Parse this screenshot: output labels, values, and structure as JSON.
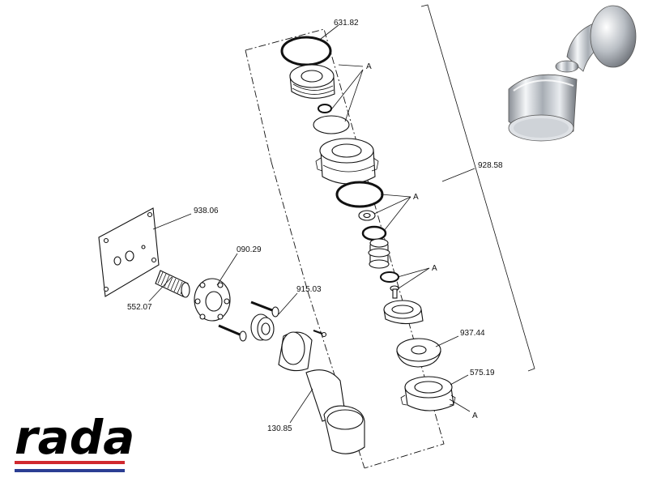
{
  "brand": {
    "logo_text": "rada",
    "stripe_red": "#d0282e",
    "stripe_blue": "#2b3e93"
  },
  "labels": {
    "p631": "631.82",
    "pA1": "A",
    "p928": "928.58",
    "pA2": "A",
    "pA3": "A",
    "p938": "938.06",
    "p090": "090.29",
    "p915": "915.03",
    "p552": "552.07",
    "p937": "937.44",
    "p575": "575.19",
    "pA4": "A",
    "p130": "130.85"
  }
}
